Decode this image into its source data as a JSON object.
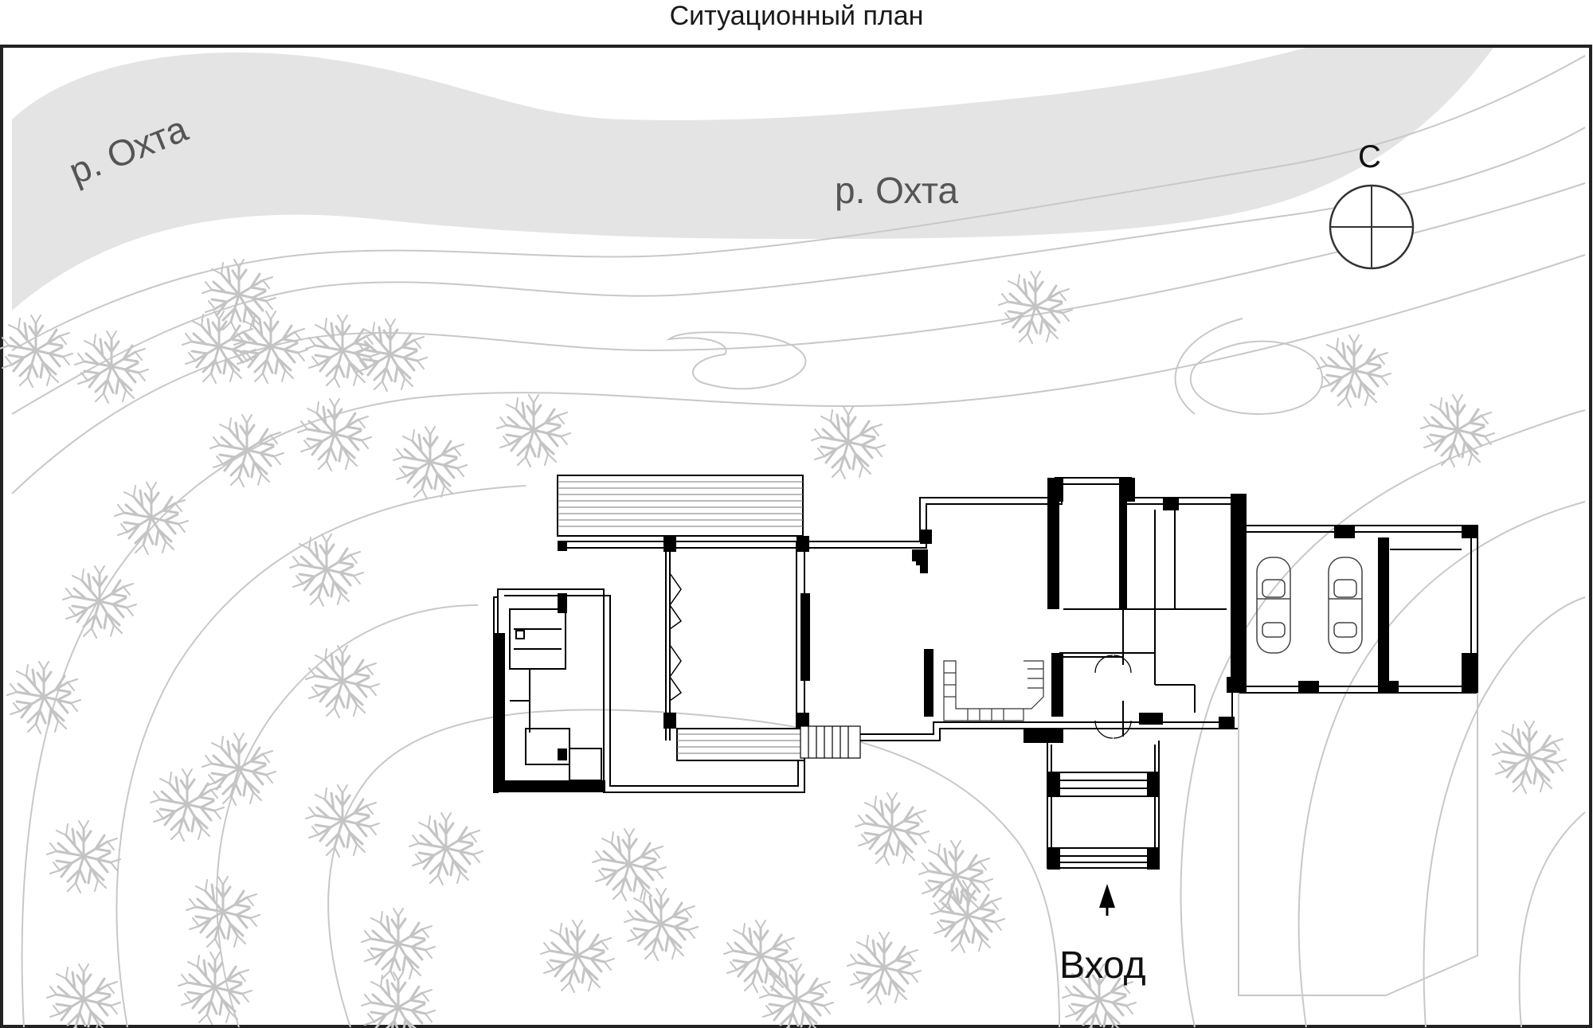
{
  "title": "Ситуационный план",
  "river_label_1": "р. Охта",
  "river_label_2": "р. Охта",
  "north_label": "С",
  "entrance_label": "Вход",
  "colors": {
    "river": "#e4e4e4",
    "contour": "#c8c8c8",
    "tree": "#c4c4c4",
    "wall": "#000000",
    "frame": "#222222"
  }
}
